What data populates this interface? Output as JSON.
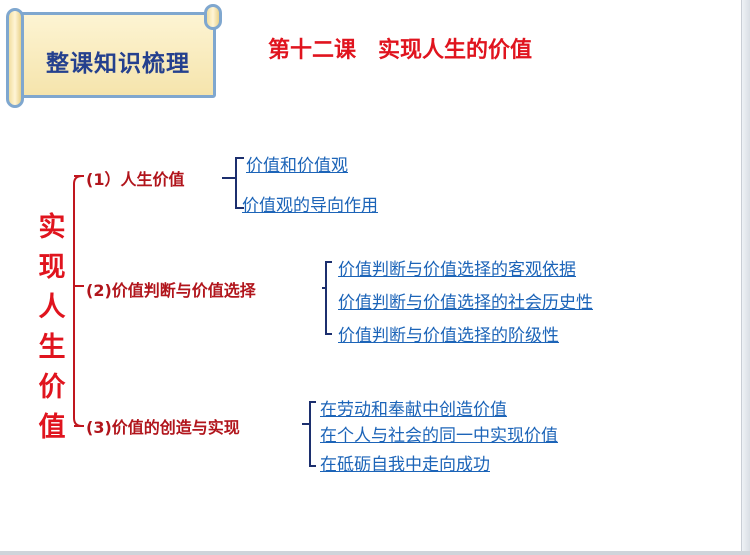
{
  "banner": {
    "label": "整课知识梳理"
  },
  "title": "第十二课　实现人生的价值",
  "root": [
    "实",
    "现",
    "人",
    "生",
    "价",
    "值"
  ],
  "branches": [
    {
      "label": "(1）人生价值",
      "items": [
        "价值和价值观",
        "价值观的导向作用"
      ]
    },
    {
      "label": "(2)价值判断与价值选择",
      "items": [
        "价值判断与价值选择的客观依据",
        "价值判断与价值选择的社会历史性",
        "价值判断与价值选择的阶级性"
      ]
    },
    {
      "label": "(3)价值的创造与实现",
      "items": [
        "在劳动和奉献中创造价值",
        "在个人与社会的同一中实现价值",
        "在砥砺自我中走向成功"
      ]
    }
  ],
  "colors": {
    "title": "#e0141e",
    "topic": "#b1151c",
    "link": "#1c64b8",
    "banner_border": "#7fa7cf",
    "banner_fill": "#f5e4ac"
  }
}
